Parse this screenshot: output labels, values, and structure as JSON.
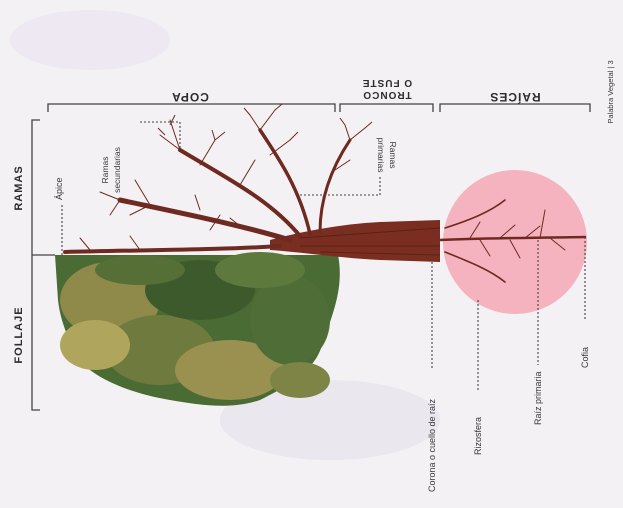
{
  "sections": {
    "copa": "COPA",
    "tronco_line1": "TRONCO",
    "tronco_line2": "O FUSTE",
    "raices": "RAÍCES",
    "ramas": "RAMAS",
    "follaje": "FOLLAJE"
  },
  "labels": {
    "apice": "Ápice",
    "ramas_secundarias_1": "Ramas",
    "ramas_secundarias_2": "secundarias",
    "ramas_primarias_1": "Ramas",
    "ramas_primarias_2": "primarias",
    "corona": "Corona o cuello de raíz",
    "rizosfera": "Rizosfera",
    "raiz_primaria": "Raíz primaria",
    "cofia": "Cofia"
  },
  "credit": "Palabra Vegetal | 3",
  "colors": {
    "trunk": "#7a2e22",
    "foliage_dark": "#3f5e2e",
    "foliage_light": "#a49a52",
    "rhizosphere": "#f3a6b4",
    "background": "#f3f1f4"
  }
}
